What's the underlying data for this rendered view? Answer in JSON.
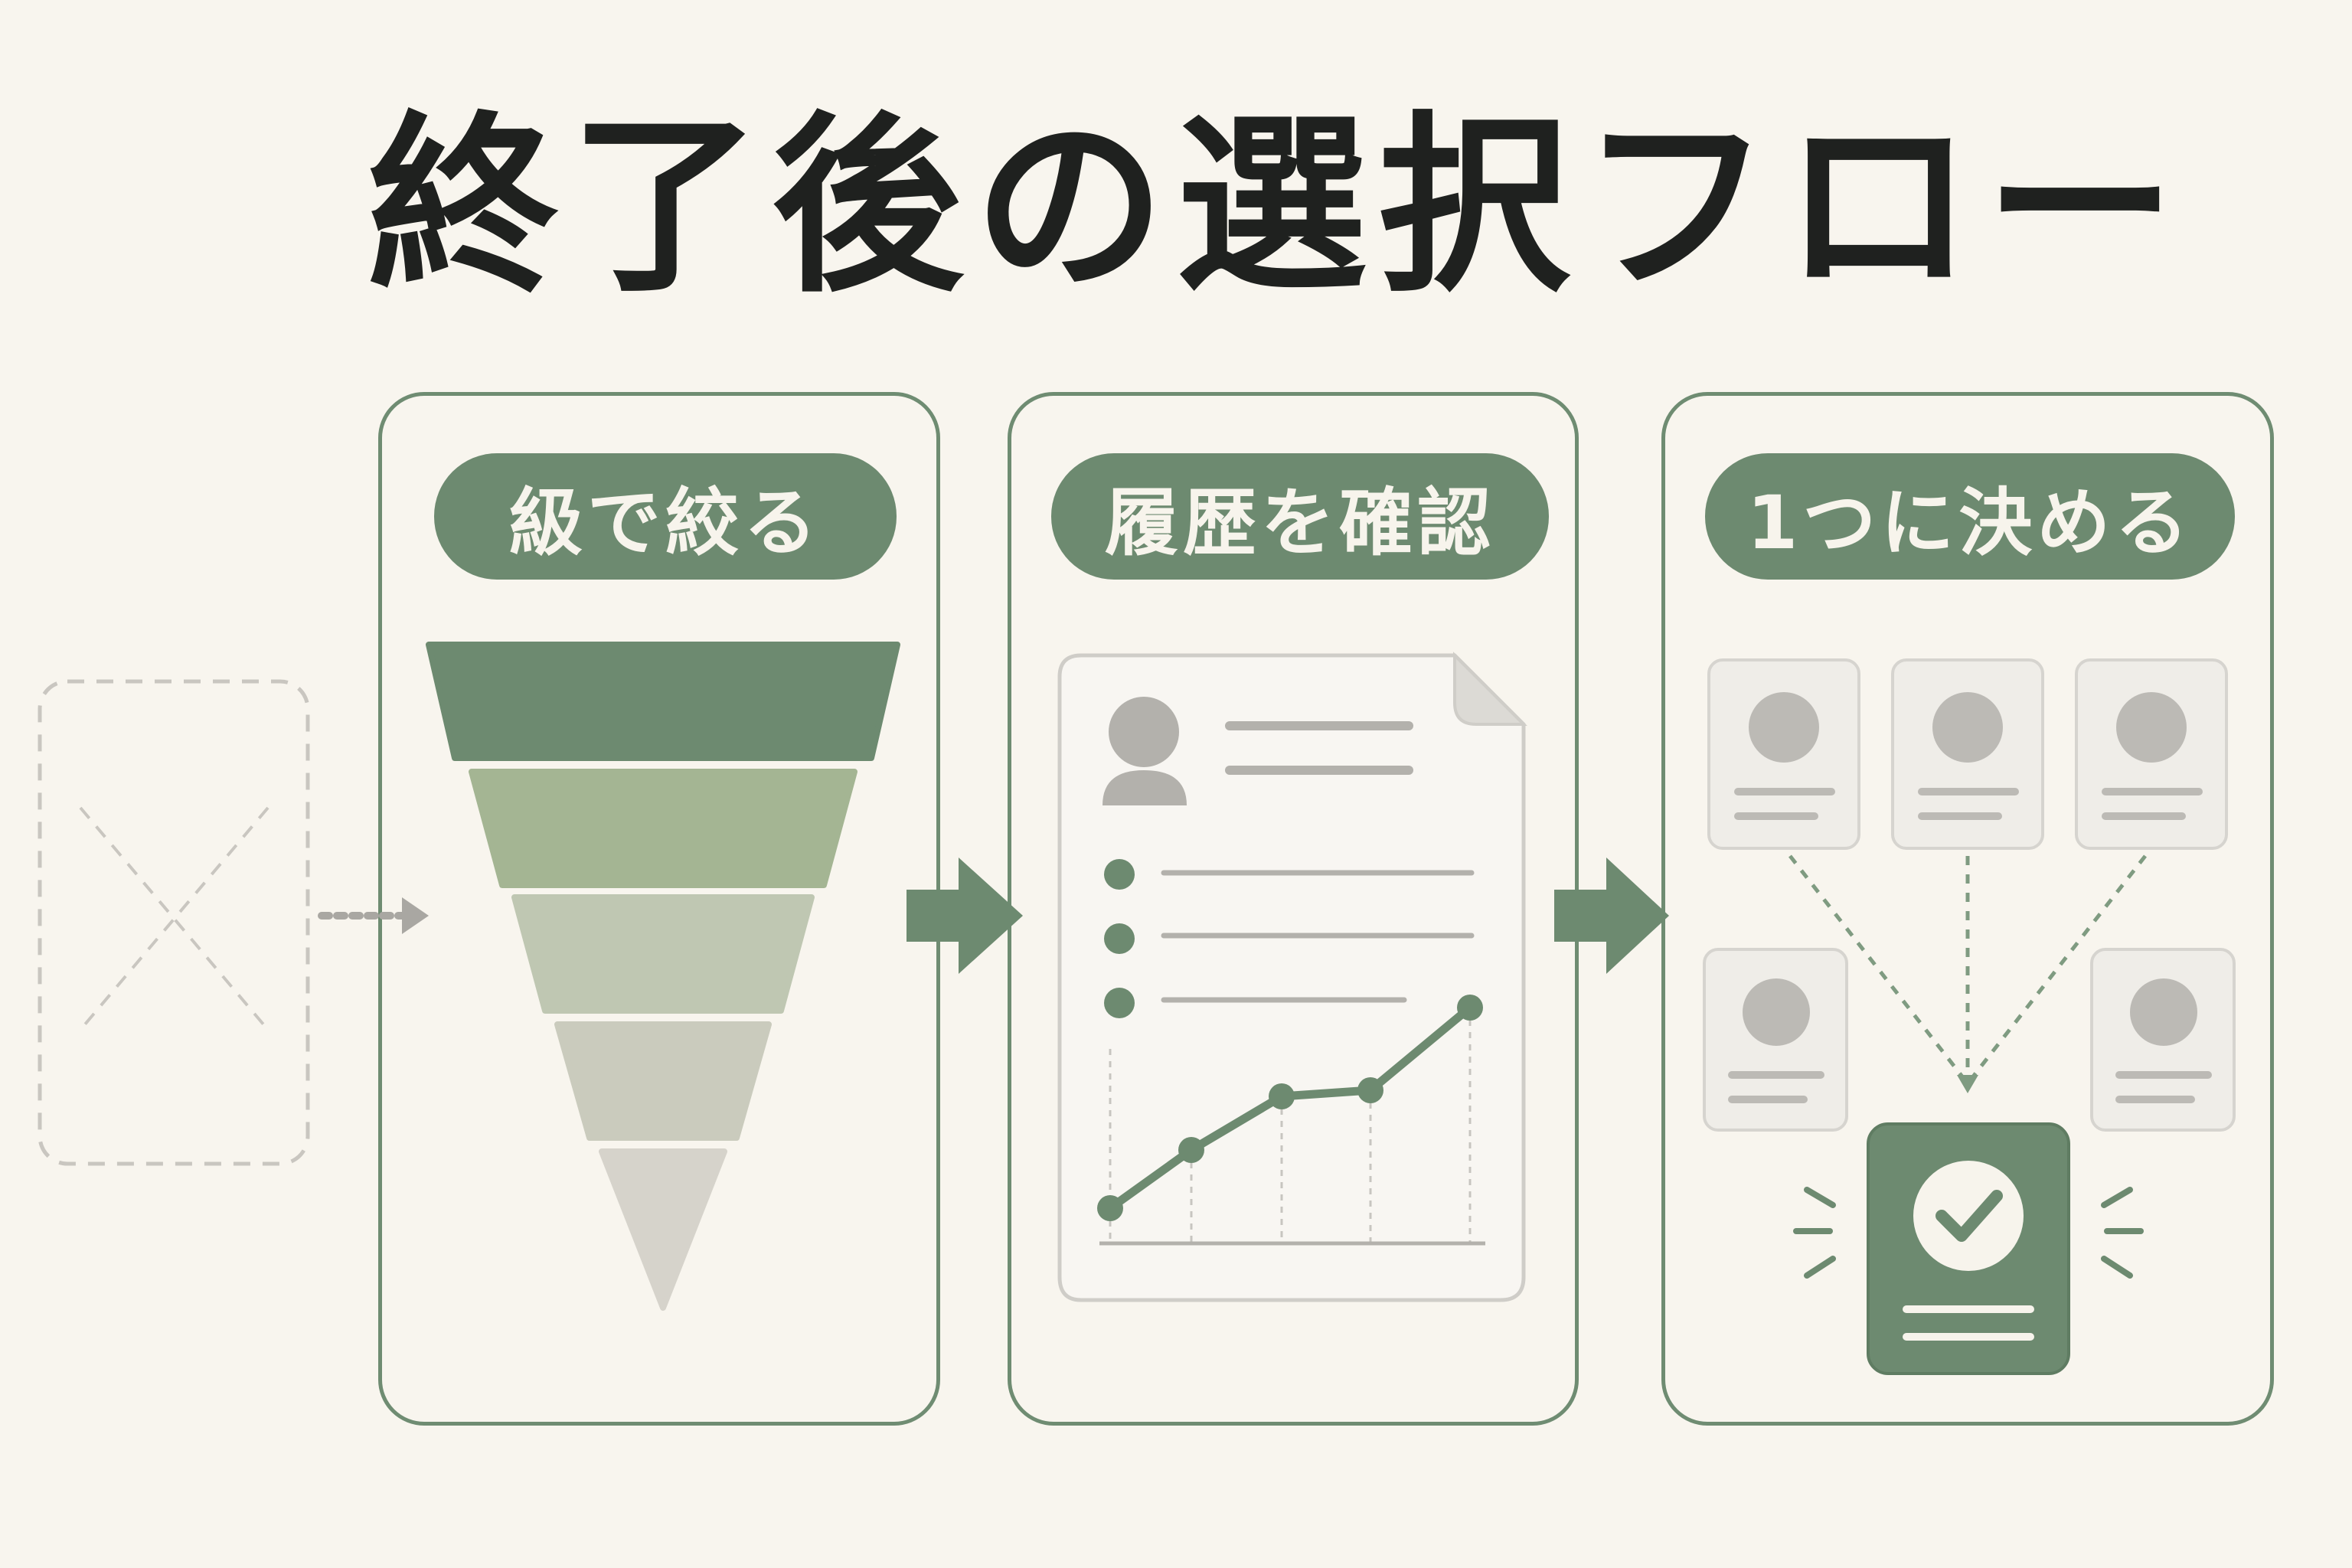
{
  "title": "終了後の選択フロー",
  "steps": [
    {
      "label": "級で絞る"
    },
    {
      "label": "履歴を確認"
    },
    {
      "label": "1つに決める"
    }
  ],
  "colors": {
    "background": "#f8f5ee",
    "accent": "#6d8a70",
    "funnel": [
      "#6d8a70",
      "#a4b593",
      "#bfc7b2",
      "#cacbbd",
      "#d6d3cb"
    ],
    "card_fill": "#efede8",
    "gray": "#b3b1ac"
  }
}
